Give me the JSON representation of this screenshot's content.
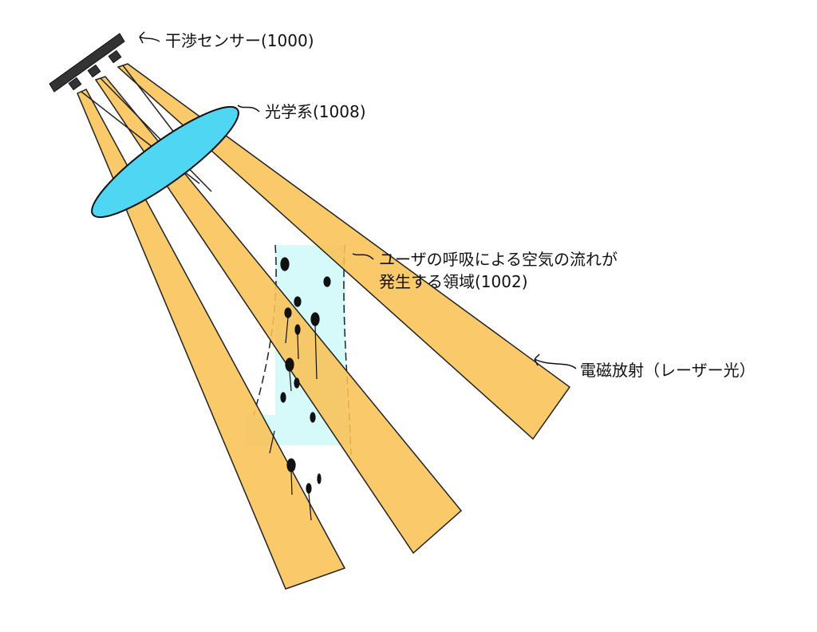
{
  "labels": {
    "sensor": "干渉センサー(1000)",
    "optics": "光学系(1008)",
    "region_line1": "ユーザの呼吸による空気の流れが",
    "region_line2": "発生する領域(1002)",
    "radiation": "電磁放射（レーザー光）"
  },
  "colors": {
    "beam": "#f9c155",
    "lens": "#4fd6f2",
    "region": "#d6f9f9",
    "sensor": "#333333"
  }
}
